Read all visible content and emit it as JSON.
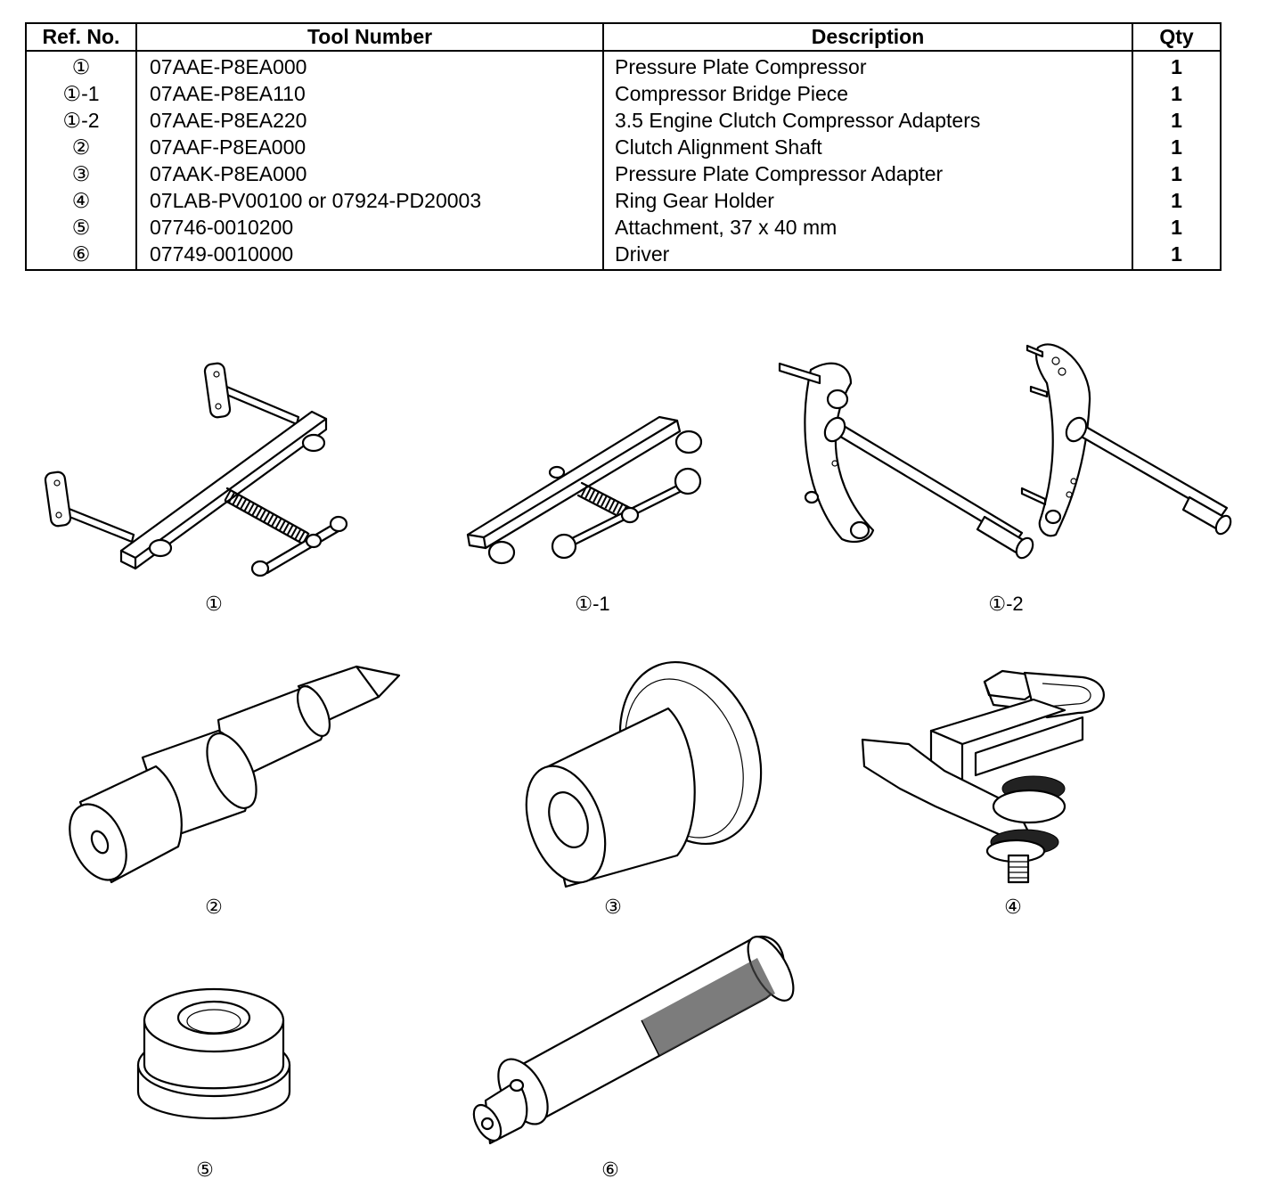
{
  "table": {
    "headers": {
      "ref": "Ref. No.",
      "tool_number": "Tool Number",
      "description": "Description",
      "qty": "Qty"
    },
    "rows": [
      {
        "ref": "①",
        "tool_number": "07AAE-P8EA000",
        "description": "Pressure Plate Compressor",
        "qty": "1"
      },
      {
        "ref": "①-1",
        "tool_number": "07AAE-P8EA110",
        "description": "Compressor Bridge Piece",
        "qty": "1"
      },
      {
        "ref": "①-2",
        "tool_number": "07AAE-P8EA220",
        "description": "3.5 Engine Clutch Compressor Adapters",
        "qty": "1"
      },
      {
        "ref": "②",
        "tool_number": "07AAF-P8EA000",
        "description": "Clutch Alignment Shaft",
        "qty": "1"
      },
      {
        "ref": "③",
        "tool_number": "07AAK-P8EA000",
        "description": "Pressure Plate Compressor Adapter",
        "qty": "1"
      },
      {
        "ref": "④",
        "tool_number": "07LAB-PV00100 or 07924-PD20003",
        "description": "Ring Gear Holder",
        "qty": "1"
      },
      {
        "ref": "⑤",
        "tool_number": "07746-0010200",
        "description": "Attachment, 37 x 40 mm",
        "qty": "1"
      },
      {
        "ref": "⑥",
        "tool_number": "07749-0010000",
        "description": "Driver",
        "qty": "1"
      }
    ]
  },
  "figures": [
    {
      "label": "①",
      "icon": "pressure-plate-compressor-illustration"
    },
    {
      "label": "①-1",
      "icon": "compressor-bridge-piece-illustration"
    },
    {
      "label": "①-2",
      "icon": "clutch-compressor-adapters-illustration"
    },
    {
      "label": "②",
      "icon": "clutch-alignment-shaft-illustration"
    },
    {
      "label": "③",
      "icon": "pressure-plate-compressor-adapter-illustration"
    },
    {
      "label": "④",
      "icon": "ring-gear-holder-illustration"
    },
    {
      "label": "⑤",
      "icon": "attachment-illustration"
    },
    {
      "label": "⑥",
      "icon": "driver-illustration"
    }
  ]
}
